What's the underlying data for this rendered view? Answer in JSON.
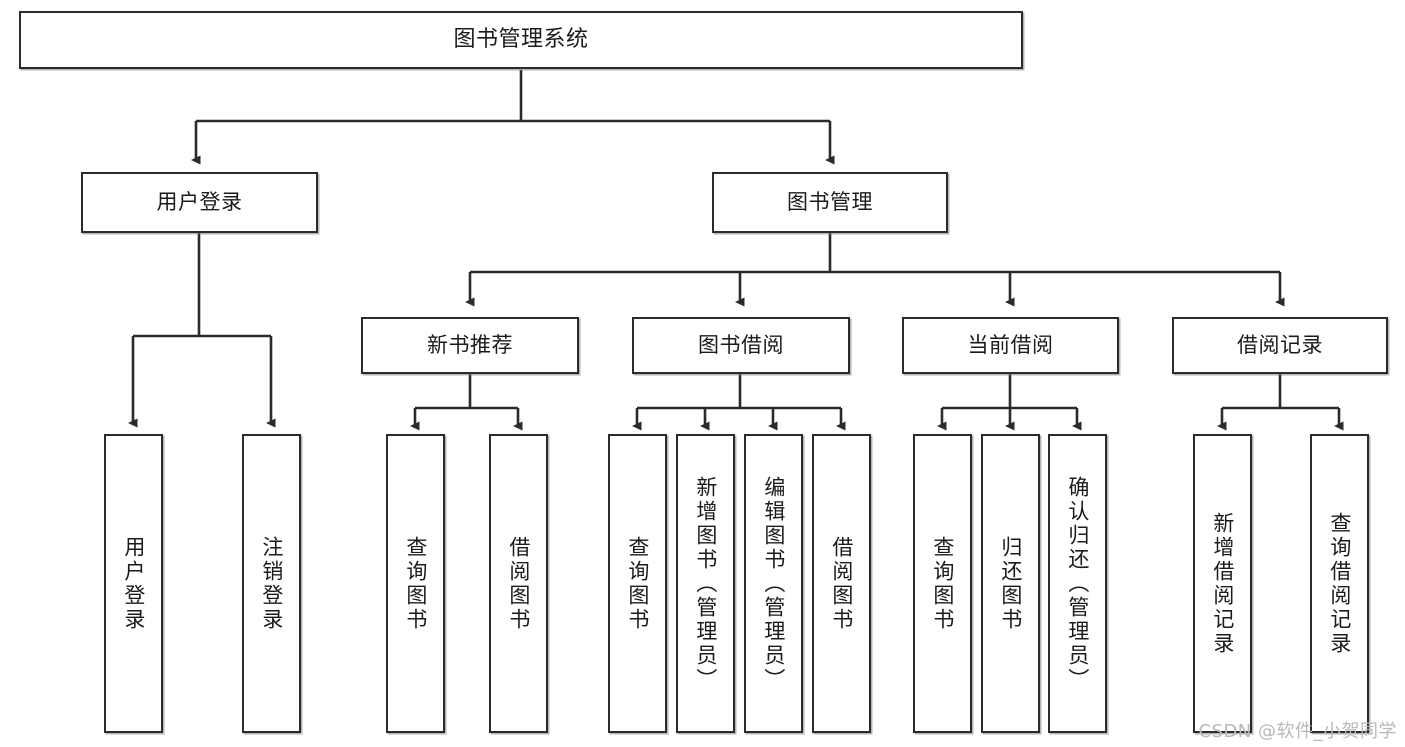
{
  "diagram": {
    "title": "图书管理系统",
    "watermark": "CSDN @软件_小贺同学",
    "colors": {
      "background": "#ffffff",
      "box_fill": "#ffffff",
      "box_border": "#2b2b2b",
      "edge": "#2b2b2b",
      "text": "#1b1b1b",
      "watermark": "#b9b9b9"
    },
    "nodes": {
      "root": {
        "label": "图书管理系统"
      },
      "level1": [
        {
          "id": "user-login",
          "label": "用户登录"
        },
        {
          "id": "book-management",
          "label": "图书管理"
        }
      ],
      "level2": [
        {
          "id": "new-book-recommend",
          "label": "新书推荐"
        },
        {
          "id": "book-borrow",
          "label": "图书借阅"
        },
        {
          "id": "current-borrow",
          "label": "当前借阅"
        },
        {
          "id": "borrow-record",
          "label": "借阅记录"
        }
      ],
      "leaves": [
        {
          "id": "leaf-user-login",
          "label": "用户登录"
        },
        {
          "id": "leaf-logout",
          "label": "注销登录"
        },
        {
          "id": "leaf-query-book-1",
          "label": "查询图书"
        },
        {
          "id": "leaf-borrow-book-1",
          "label": "借阅图书"
        },
        {
          "id": "leaf-query-book-2",
          "label": "查询图书"
        },
        {
          "id": "leaf-add-book",
          "label": "新增图书（管理员）"
        },
        {
          "id": "leaf-edit-book",
          "label": "编辑图书（管理员）"
        },
        {
          "id": "leaf-borrow-book-2",
          "label": "借阅图书"
        },
        {
          "id": "leaf-query-book-3",
          "label": "查询图书"
        },
        {
          "id": "leaf-return-book",
          "label": "归还图书"
        },
        {
          "id": "leaf-confirm-return",
          "label": "确认归还（管理员）"
        },
        {
          "id": "leaf-add-record",
          "label": "新增借阅记录"
        },
        {
          "id": "leaf-query-record",
          "label": "查询借阅记录"
        }
      ]
    }
  }
}
